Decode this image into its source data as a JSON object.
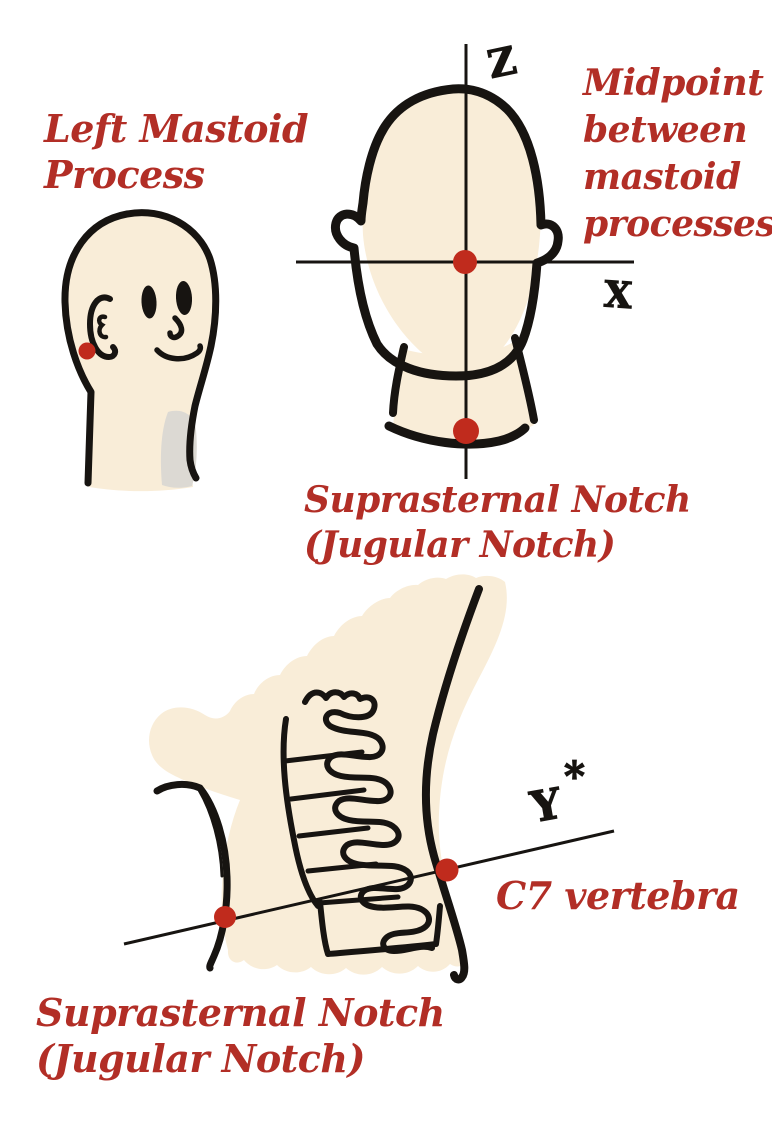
{
  "palette": {
    "label_red": "#b22e26",
    "marker_red": "#c02b1d",
    "ink_black": "#171411",
    "skin_cream": "#f9edd8",
    "shadow_gray": "#dcd9d3"
  },
  "figure_profile_head": {
    "caption_lines": [
      "Left Mastoid",
      "Process"
    ]
  },
  "figure_front_head": {
    "axis_vertical_label": "Z",
    "axis_horizontal_label": "X",
    "caption_midpoint_lines": [
      "Midpoint",
      "between",
      "mastoid",
      "processes"
    ],
    "caption_notch_lines": [
      "Suprasternal Notch",
      "(Jugular Notch)"
    ]
  },
  "figure_side_neck": {
    "axis_label": "Y",
    "axis_star": "*",
    "caption_c7": "C7 vertebra",
    "caption_notch_lines": [
      "Suprasternal Notch",
      "(Jugular Notch)"
    ]
  }
}
